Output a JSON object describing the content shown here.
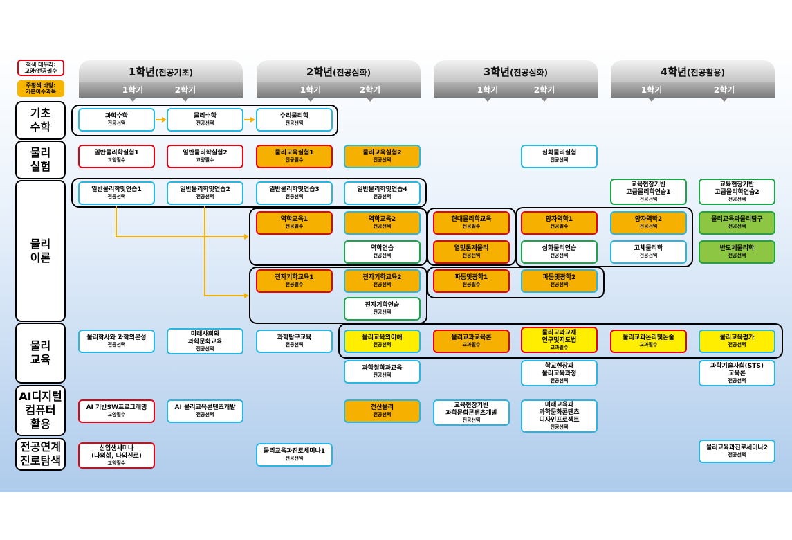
{
  "legend": {
    "red": "적색 테두리:\n교양/전공필수",
    "orange": "주황색 바탕:\n기본이수과목"
  },
  "years": [
    {
      "label": "1학년",
      "sub": "(전공기초)",
      "s1": "1학기",
      "s2": "2학기"
    },
    {
      "label": "2학년",
      "sub": "(전공심화)",
      "s1": "1학기",
      "s2": "2학기"
    },
    {
      "label": "3학년",
      "sub": "(전공심화)",
      "s1": "1학기",
      "s2": "2학기"
    },
    {
      "label": "4학년",
      "sub": "(전공활용)",
      "s1": "1학기",
      "s2": "2학기"
    }
  ],
  "categories": {
    "basic_math": "기초\n수학",
    "lab": "물리\n실험",
    "theory": "물리\n이론",
    "education": "물리\n교육",
    "ai": "AI디지털\n컴퓨터\n활용",
    "career": "전공연계\n진로탐색"
  },
  "courses": {
    "math1": {
      "name": "과학수학",
      "type": "전공선택"
    },
    "math2": {
      "name": "물리수학",
      "type": "전공선택"
    },
    "math3": {
      "name": "수리물리학",
      "type": "전공선택"
    },
    "lab1": {
      "name": "일반물리학실험1",
      "type": "교양필수"
    },
    "lab2": {
      "name": "일반물리학실험2",
      "type": "교양필수"
    },
    "lab3": {
      "name": "물리교육실험1",
      "type": "전공필수"
    },
    "lab4": {
      "name": "물리교육실험2",
      "type": "전공선택"
    },
    "lab5": {
      "name": "심화물리실험",
      "type": "전공선택"
    },
    "gp1": {
      "name": "일반물리학및연습1",
      "type": "전공선택"
    },
    "gp2": {
      "name": "일반물리학및연습2",
      "type": "전공선택"
    },
    "gp3": {
      "name": "일반물리학및연습3",
      "type": "전공선택"
    },
    "gp4": {
      "name": "일반물리학및연습4",
      "type": "전공선택"
    },
    "fp1": {
      "name": "교육현장기반\n고급물리학연습1",
      "type": "전공선택"
    },
    "fp2": {
      "name": "교육현장기반\n고급물리학연습2",
      "type": "전공선택"
    },
    "mech1": {
      "name": "역학교육1",
      "type": "전공필수"
    },
    "mech2": {
      "name": "역학교육2",
      "type": "전공선택"
    },
    "modern": {
      "name": "현대물리학교육",
      "type": "전공필수"
    },
    "qm1": {
      "name": "양자역학1",
      "type": "전공필수"
    },
    "qm2": {
      "name": "양자역학2",
      "type": "전공선택"
    },
    "inquiry": {
      "name": "물리교육과물리탐구",
      "type": "전공선택"
    },
    "mechprac": {
      "name": "역학연습",
      "type": "전공선택"
    },
    "thermo": {
      "name": "열및통계물리",
      "type": "전공선택"
    },
    "advprac": {
      "name": "심화물리연습",
      "type": "전공선택"
    },
    "solid": {
      "name": "고체물리학",
      "type": "전공선택"
    },
    "semi": {
      "name": "반도체물리학",
      "type": "전공선택"
    },
    "em1": {
      "name": "전자기학교육1",
      "type": "전공필수"
    },
    "em2": {
      "name": "전자기학교육2",
      "type": "전공선택"
    },
    "wave1": {
      "name": "파동및광학1",
      "type": "전공필수"
    },
    "wave2": {
      "name": "파동및광학2",
      "type": "전공선택"
    },
    "emprac": {
      "name": "전자기학연습",
      "type": "전공선택"
    },
    "edu1": {
      "name": "물리학사와 과학의본성",
      "type": "전공선택"
    },
    "edu2": {
      "name": "미래사회와\n과학문화교육",
      "type": "전공선택"
    },
    "edu3": {
      "name": "과학탐구교육",
      "type": "전공선택"
    },
    "edu4": {
      "name": "물리교육의이해",
      "type": "전공선택"
    },
    "edu5": {
      "name": "물리교과교육론",
      "type": "교과필수"
    },
    "edu6": {
      "name": "물리교과교재\n연구및지도법",
      "type": "교과필수"
    },
    "edu7": {
      "name": "물리교과논리및논술",
      "type": "교과필수"
    },
    "edu8": {
      "name": "물리교육평가",
      "type": "전공선택"
    },
    "edu9": {
      "name": "과학철학과교육",
      "type": "전공선택"
    },
    "edu10": {
      "name": "학교현장과\n물리교육과정",
      "type": "전공선택"
    },
    "edu11": {
      "name": "과학기술사회(STS)\n교육론",
      "type": "전공선택"
    },
    "ai1": {
      "name": "AI 기반SW프로그래밍",
      "type": "교양필수"
    },
    "ai2": {
      "name": "AI 물리교육콘텐츠개발",
      "type": "전공선택"
    },
    "ai3": {
      "name": "전산물리",
      "type": "전공선택"
    },
    "ai4": {
      "name": "교육현장기반\n과학문화콘텐츠개발",
      "type": "전공선택"
    },
    "ai5": {
      "name": "미래교육과\n과학문화콘텐츠\n디자인프로젝트",
      "type": "전공선택"
    },
    "car1": {
      "name": "신입생세미나\n(나의삶, 나의진로)",
      "type": "교양필수"
    },
    "car2": {
      "name": "물리교육과진로세미나1",
      "type": "전공선택"
    },
    "car3": {
      "name": "물리교육과진로세미나2",
      "type": "전공선택"
    }
  }
}
